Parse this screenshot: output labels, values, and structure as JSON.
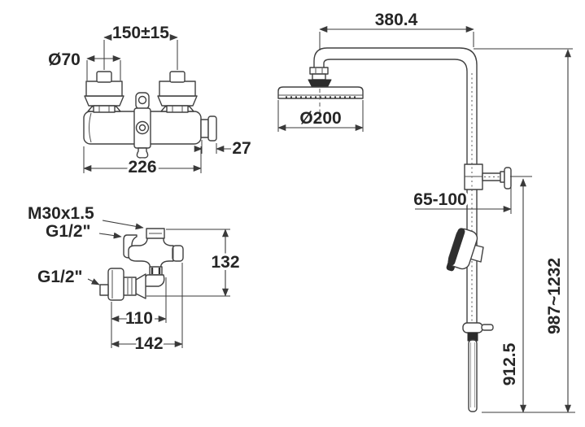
{
  "front_view": {
    "dim_hole_spacing": "150±15",
    "dim_escutcheon_diameter": "Ø70",
    "dim_body_length": "226",
    "dim_outlet_projection": "27"
  },
  "side_view": {
    "label_riser_thread": "M30x1.5",
    "label_upper_thread": "G1/2\"",
    "label_lower_thread": "G1/2\"",
    "dim_body_height": "132",
    "dim_depth_inner": "110",
    "dim_depth_overall": "142"
  },
  "column_view": {
    "dim_arm_reach": "380.4",
    "dim_head_diameter": "Ø200",
    "dim_wall_offset": "65-100",
    "dim_slide_bar_height": "912.5",
    "dim_overall_height": "987~1232"
  }
}
